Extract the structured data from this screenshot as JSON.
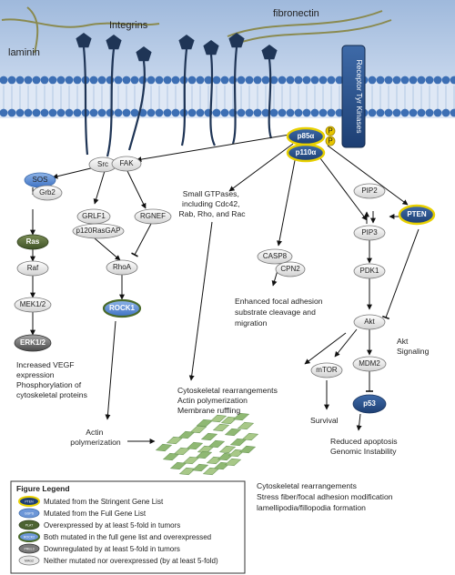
{
  "membrane": {
    "labels": {
      "laminin": "laminin",
      "integrins": "Integrins",
      "fibronectin": "fibronectin",
      "rtk": "Receptor Tyr Kinases"
    },
    "colors": {
      "top": "#9fb9dc",
      "bottom": "#c6d6ec",
      "head": "#3d6fb4",
      "tail": "#c2d3ea",
      "receptor": "#1f3f73",
      "integrin": "#1f3556",
      "ecm": "#8a8a4f"
    }
  },
  "nodes": {
    "src": "Src",
    "fak": "FAK",
    "p85a": "p85α",
    "p110a": "p110α",
    "p": "P",
    "sos": "SOS",
    "grb2": "Grb2",
    "ras": "Ras",
    "raf": "Raf",
    "mek": "MEK1/2",
    "erk": "ERK1/2",
    "grlf1": "GRLF1",
    "p120": "p120RasGAP",
    "rgnef": "RGNEF",
    "rhoa": "RhoA",
    "rock1": "ROCK1",
    "casp8": "CASP8",
    "cpn2": "CPN2",
    "pip2": "PIP2",
    "pip3": "PIP3",
    "pten": "PTEN",
    "pdk1": "PDK1",
    "akt": "Akt",
    "mtor": "mTOR",
    "mdm2": "MDM2",
    "p53": "p53"
  },
  "annotations": {
    "gtpases": [
      "Small GTPases,",
      "including Cdc42,",
      "Rab, Rho, and Rac"
    ],
    "focal": [
      "Enhanced focal adhesion",
      "substrate cleavage and",
      "migration"
    ],
    "vegf": [
      "Increased VEGF",
      "expression",
      "Phosphorylation of",
      "cytoskeletal proteins"
    ],
    "cyto": [
      "Cytoskeletal rearrangements",
      "Actin polymerization",
      "Membrane ruffling"
    ],
    "actin": [
      "Actin",
      "polymerization"
    ],
    "akt_signaling": [
      "Akt",
      "Signaling"
    ],
    "survival": "Survival",
    "apoptosis": [
      "Reduced apoptosis",
      "Genomic Instability"
    ],
    "bottom": [
      "Cytoskeletal rearrangements",
      "Stress fiber/focal adhesion modification",
      "lamellipodia/fillopodia formation"
    ]
  },
  "legend": {
    "title": "Figure Legend",
    "items": [
      {
        "icon": "PTEN",
        "label": "Mutated from the Stringent Gene List"
      },
      {
        "icon": "GGPS",
        "label": "Mutated from the Full Gene List"
      },
      {
        "icon": "PLAT",
        "label": "Overexpressed by at least 5-fold in tumors"
      },
      {
        "icon": "ROCK2",
        "label": "Both mutated in the full gene list and overexpressed"
      },
      {
        "icon": "PREL3",
        "label": "Downregulated by at least 5-fold in tumors"
      },
      {
        "icon": "MAG2",
        "label": "Neither mutated nor overexpressed (by at least 5-fold)"
      }
    ]
  }
}
